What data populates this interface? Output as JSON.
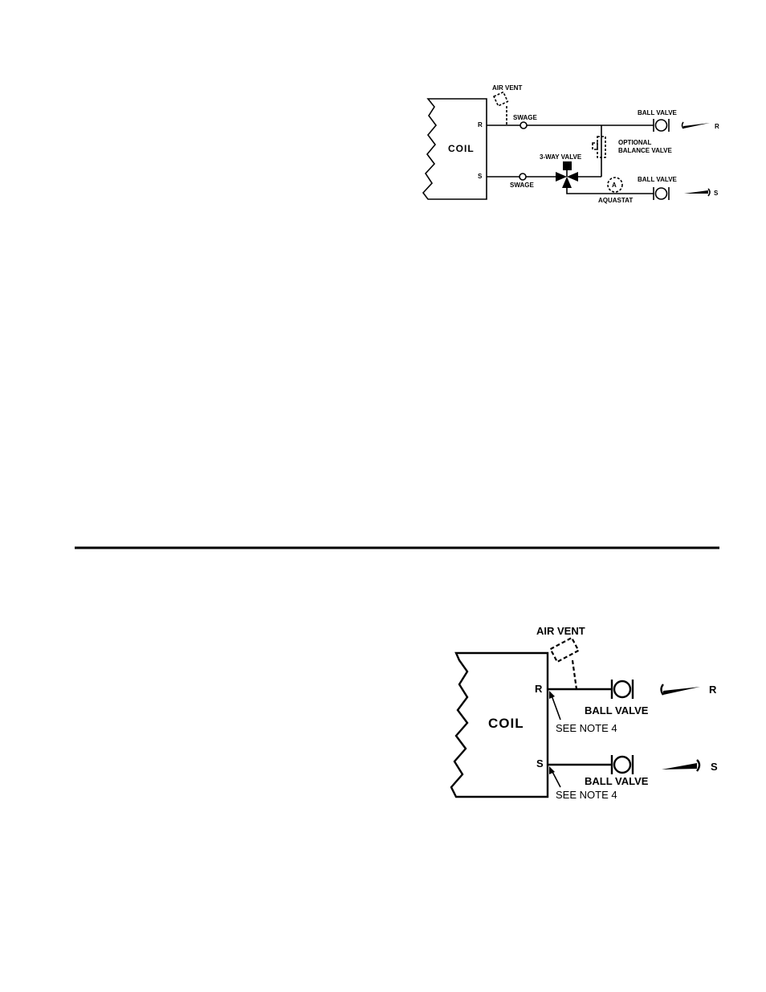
{
  "diagram_top": {
    "coil": "COIL",
    "return_port": "R",
    "supply_port": "S",
    "air_vent": "AIR VENT",
    "swage_return": "SWAGE",
    "swage_supply": "SWAGE",
    "ball_valve_return": "BALL VALVE",
    "ball_valve_supply": "BALL VALVE",
    "optional_balance_valve_line1": "OPTIONAL",
    "optional_balance_valve_line2": "BALANCE VALVE",
    "three_way_valve": "3-WAY VALVE",
    "aquastat_symbol": "A",
    "aquastat": "AQUASTAT",
    "return_flow": "R",
    "supply_flow": "S"
  },
  "diagram_bottom": {
    "coil": "COIL",
    "return_port": "R",
    "supply_port": "S",
    "air_vent": "AIR VENT",
    "ball_valve_return": "BALL VALVE",
    "ball_valve_supply": "BALL VALVE",
    "note_return": "SEE NOTE 4",
    "note_supply": "SEE NOTE 4",
    "return_flow": "R",
    "supply_flow": "S"
  }
}
